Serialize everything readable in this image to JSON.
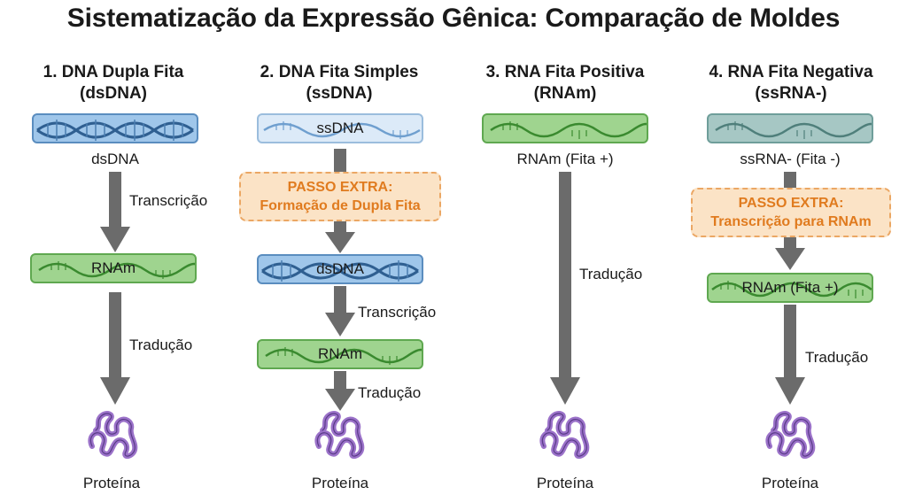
{
  "title": "Sistematização da Expressão Gênica: Comparação de Moldes",
  "columns": [
    {
      "heading_line1": "1. DNA Dupla Fita",
      "heading_line2": "(dsDNA)",
      "template_label": "dsDNA",
      "step1_label": "Transcrição",
      "mrna_label": "RNAm",
      "step2_label": "Tradução",
      "protein_label": "Proteína"
    },
    {
      "heading_line1": "2. DNA Fita Simples",
      "heading_line2": "(ssDNA)",
      "template_label": "ssDNA",
      "extra_line1": "PASSO EXTRA:",
      "extra_line2": "Formação de Dupla Fita",
      "dsdna_label": "dsDNA",
      "step1_label": "Transcrição",
      "mrna_label": "RNAm",
      "step2_label": "Tradução",
      "protein_label": "Proteína"
    },
    {
      "heading_line1": "3. RNA Fita Positiva",
      "heading_line2": "(RNAm)",
      "template_label": "RNAm (Fita +)",
      "step1_label": "Tradução",
      "protein_label": "Proteína"
    },
    {
      "heading_line1": "4. RNA Fita Negativa",
      "heading_line2": "(ssRNA-)",
      "template_label": "ssRNA- (Fita -)",
      "extra_line1": "PASSO EXTRA:",
      "extra_line2": "Transcrição para RNAm",
      "mrna_label": "RNAm (Fita +)",
      "step1_label": "Tradução",
      "protein_label": "Proteína"
    }
  ],
  "colors": {
    "dsdna_fill": "#9fc6ea",
    "ssdna_fill": "#dceaf8",
    "rna_fill": "#9fd48f",
    "negative_rna_fill": "#a6c7c4",
    "extra_step_fill": "#fbe3c6",
    "extra_step_text": "#e07b1f",
    "arrow": "#6b6b6b",
    "protein": "#9b72c9"
  },
  "icons": [
    "double-helix-icon",
    "single-strand-icon",
    "rna-wave-icon",
    "protein-icon",
    "down-arrow-icon"
  ]
}
